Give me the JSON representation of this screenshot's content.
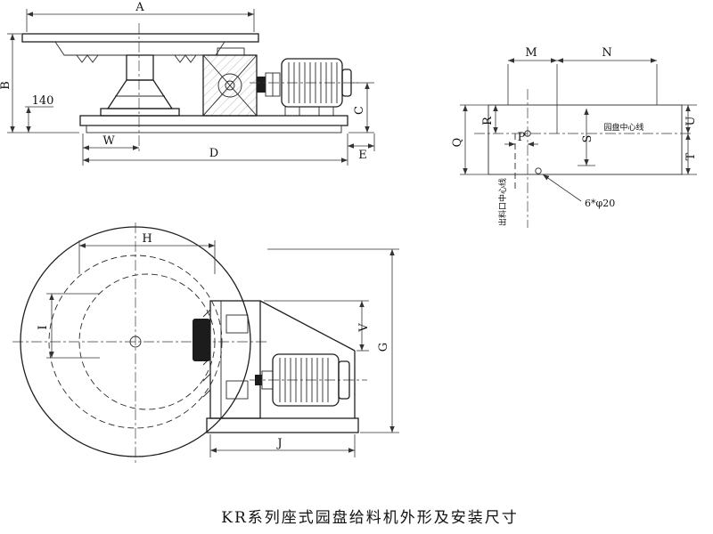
{
  "caption": {
    "text": "KR系列座式园盘给料机外形及安装尺寸"
  },
  "side_view": {
    "dims": {
      "a": "A",
      "b": "B",
      "c": "C",
      "d": "D",
      "e": "E",
      "w": "W",
      "base_height": "140"
    }
  },
  "mount_view": {
    "dims": {
      "m": "M",
      "n": "N",
      "p": "P",
      "q": "Q",
      "r": "R",
      "s": "S",
      "t": "T",
      "u": "U"
    },
    "labels": {
      "disc_centerline": "园盘中心线",
      "anchor_holes": "6*φ20",
      "outlet_centerline": "出料口中心线"
    }
  },
  "plan_view": {
    "dims": {
      "h": "H",
      "i": "I",
      "v": "V",
      "g": "G",
      "j": "J"
    }
  },
  "colors": {
    "line": "#1f1f1f",
    "background": "#ffffff"
  }
}
